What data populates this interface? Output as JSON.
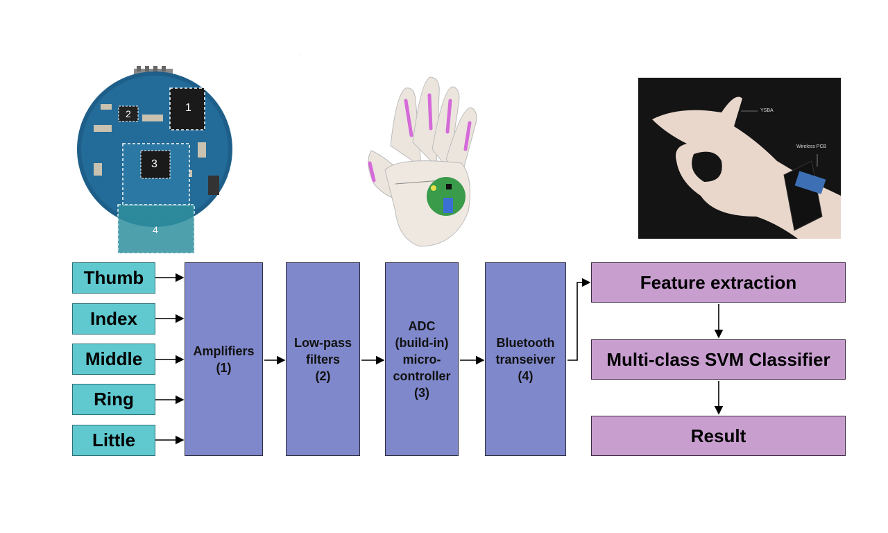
{
  "images": {
    "pcb": {
      "labels": [
        "1",
        "2",
        "3",
        "4"
      ]
    },
    "hand": {},
    "photo": {
      "label_ysba": "YSBA",
      "label_device": "Wireless PCB"
    }
  },
  "inputs": [
    "Thumb",
    "Index",
    "Middle",
    "Ring",
    "Little"
  ],
  "blocks": [
    {
      "lines": [
        "Amplifiers",
        "(1)"
      ]
    },
    {
      "lines": [
        "Low-pass",
        "filters",
        "(2)"
      ]
    },
    {
      "lines": [
        "ADC",
        "(build-in)",
        "micro-",
        "controller",
        "(3)"
      ]
    },
    {
      "lines": [
        "Bluetooth",
        "transeiver",
        "(4)"
      ]
    }
  ],
  "pipeline": [
    "Feature extraction",
    "Multi-class SVM Classifier",
    "Result"
  ],
  "colors": {
    "finger": "#5fc9cf",
    "processing": "#7f88cb",
    "classification": "#c89ecf"
  }
}
